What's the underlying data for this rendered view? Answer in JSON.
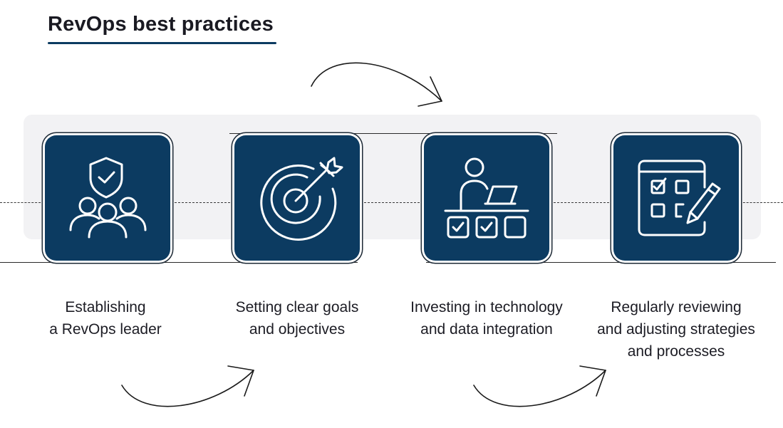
{
  "title": "RevOps best practices",
  "colors": {
    "card": "#0c3b61",
    "accent": "#0c3b61",
    "band": "#f2f2f4"
  },
  "steps": [
    {
      "icon": "shield-team-icon",
      "label_lines": [
        "Establishing",
        "a RevOps leader"
      ]
    },
    {
      "icon": "target-arrow-icon",
      "label_lines": [
        "Setting clear goals",
        "and objectives"
      ]
    },
    {
      "icon": "person-laptop-checklist-icon",
      "label_lines": [
        "Investing in technology",
        "and data integration"
      ]
    },
    {
      "icon": "checklist-pencil-icon",
      "label_lines": [
        "Regularly reviewing",
        "and adjusting strategies",
        "and processes"
      ]
    }
  ]
}
